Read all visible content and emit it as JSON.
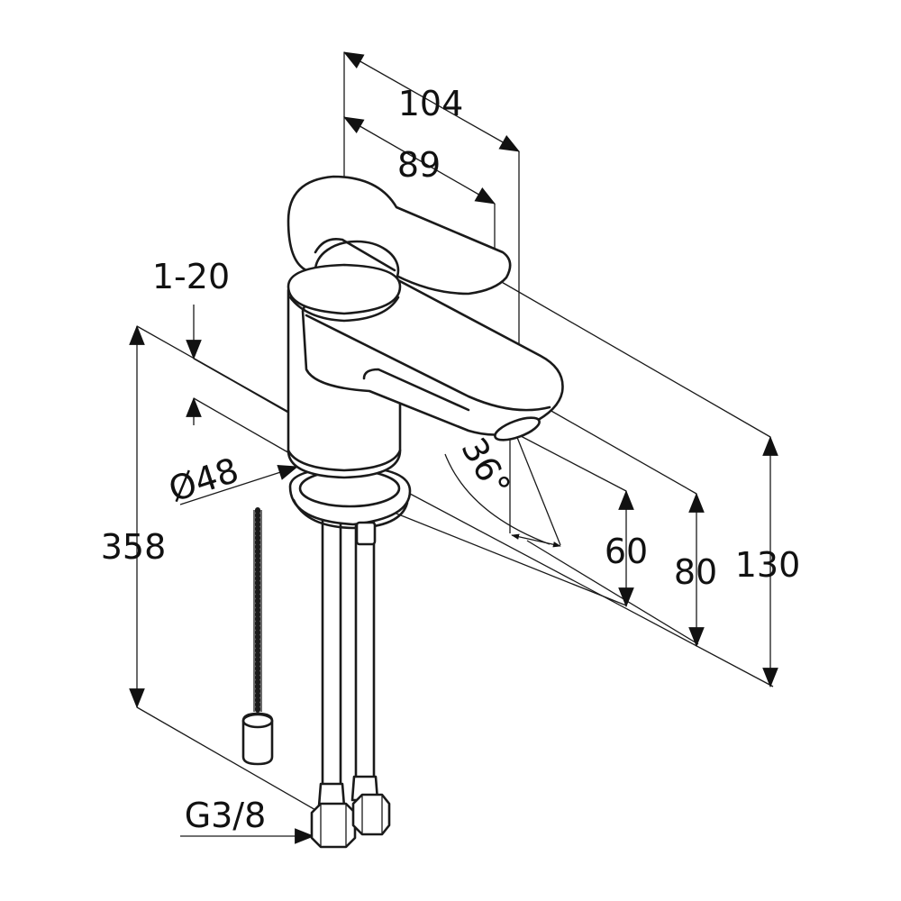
{
  "dimensions": {
    "spout_reach_total": "104",
    "spout_reach_outlet": "89",
    "counter_thickness": "1-20",
    "base_diameter": "Ø48",
    "pull_rod_length": "358",
    "spout_angle": "36°",
    "outlet_height": "60",
    "spout_height": "80",
    "total_height": "130",
    "connection_thread": "G3/8"
  },
  "colors": {
    "line": "#1a1a1a",
    "background": "#ffffff"
  }
}
